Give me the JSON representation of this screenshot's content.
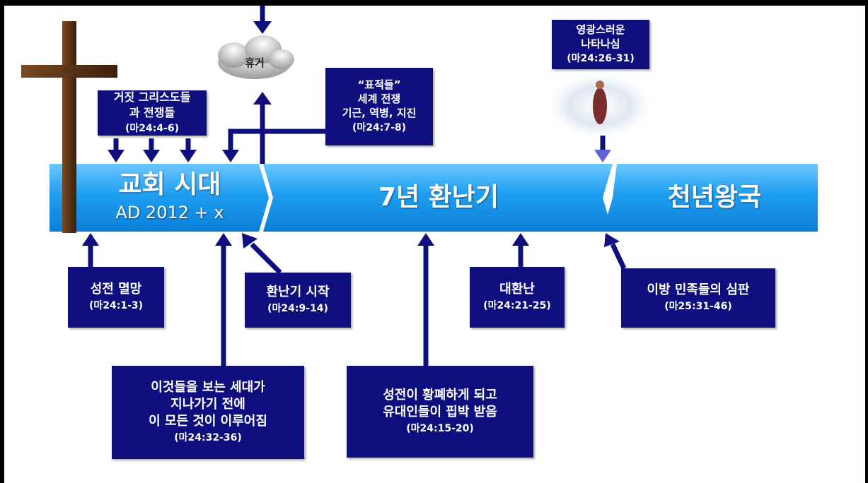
{
  "bands": {
    "church_age": {
      "label": "교회 시대",
      "sub": "AD 2012 + x"
    },
    "tribulation": {
      "label": "7년 환난기"
    },
    "millennium": {
      "label": "천년왕국"
    }
  },
  "rapture": {
    "label": "휴거"
  },
  "glorious_appearing": {
    "line1": "영광스러운",
    "line2": "나타나심",
    "ref": "(마24:26-31)"
  },
  "false_christs": {
    "line1": "거짓 그리스도들",
    "line2": "과 전쟁들",
    "ref": "(마24:4-6)"
  },
  "signs": {
    "line1": "“표적들”",
    "line2": "세계 전쟁",
    "line3": "기근, 역병, 지진",
    "ref": "(마24:7-8)"
  },
  "temple_destruction": {
    "line1": "성전 멸망",
    "ref": "(마24:1-3)"
  },
  "tribulation_start": {
    "line1": "환난기 시작",
    "ref": "(마24:9-14)"
  },
  "great_tribulation": {
    "line1": "대환난",
    "ref": "(마24:21-25)"
  },
  "nations_judgment": {
    "line1": "이방 민족들의 심판",
    "ref": "(마25:31-46)"
  },
  "generation": {
    "line1": "이것들을 보는 세대가",
    "line2": "지나가기 전에",
    "line3": "이 모든 것이 이루어짐",
    "ref": "(마24:32-36)"
  },
  "desolation": {
    "line1": "성전이 황폐하게 되고",
    "line2": "유대인들이 핍박 받음",
    "ref": "(마24:15-20)"
  },
  "colors": {
    "box": "#0e0e7e",
    "band_light": "#2aa0ee",
    "band_dark": "#0e7fd6",
    "cross": "#5a3316"
  }
}
